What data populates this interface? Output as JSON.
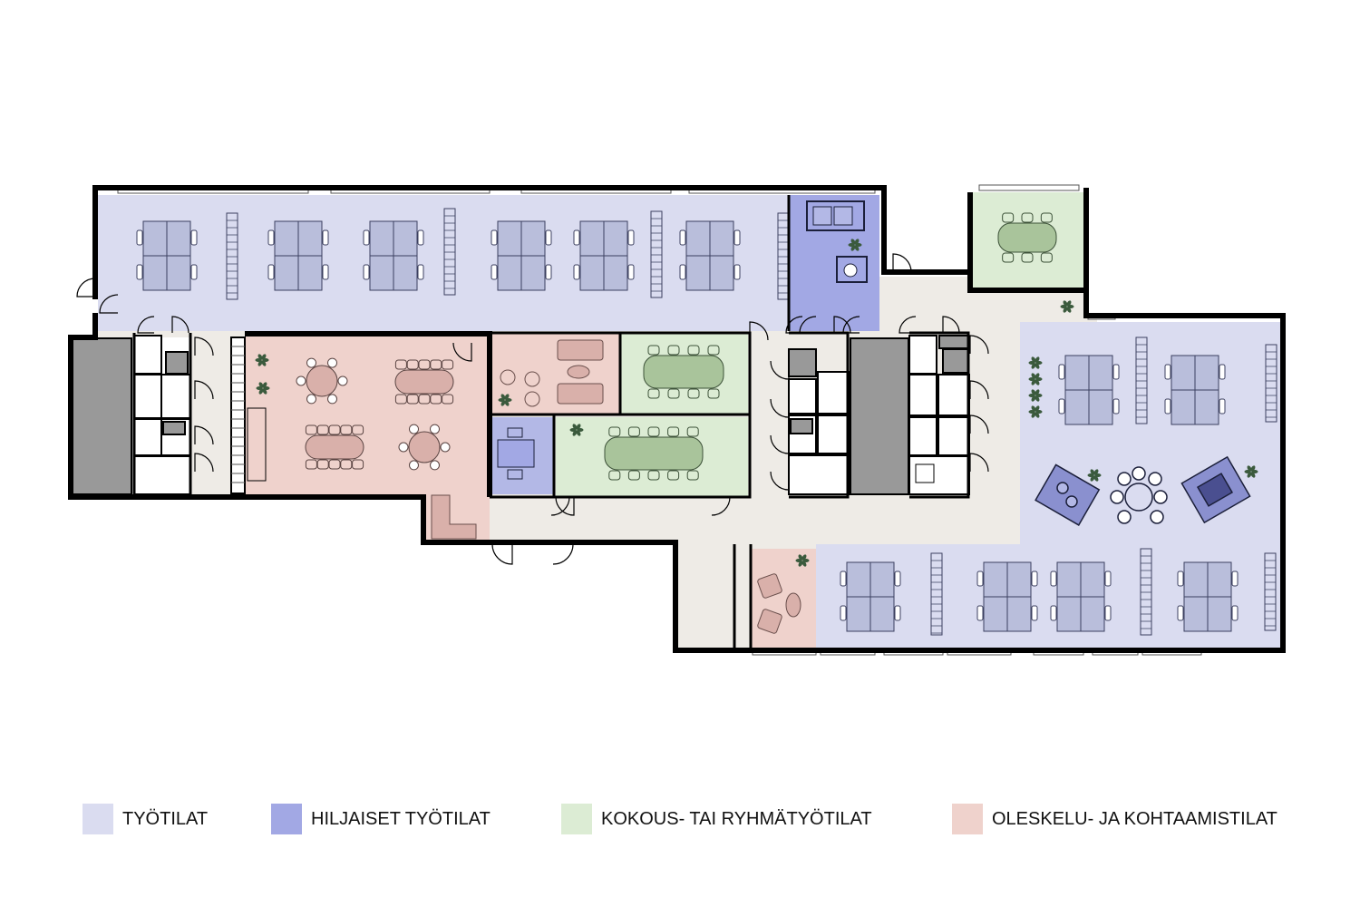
{
  "colors": {
    "work": "#dadcf0",
    "quiet": "#a2a8e4",
    "meeting": "#dcecd4",
    "lounge": "#efd2cc",
    "corridor": "#eeebe6",
    "wall": "#000000",
    "service": "#999999",
    "desk": "#b9bedb",
    "meetingTable": "#a9c49b",
    "loungeTable": "#d9b0aa"
  },
  "legend": [
    {
      "id": "work",
      "label": "TYÖTILAT",
      "color": "#dadcf0"
    },
    {
      "id": "quiet",
      "label": "HILJAISET TYÖTILAT",
      "color": "#a2a8e4"
    },
    {
      "id": "meeting",
      "label": "KOKOUS- TAI RYHMÄTYÖTILAT",
      "color": "#dcecd4"
    },
    {
      "id": "lounge",
      "label": "OLESKELU- JA KOHTAAMISTILAT",
      "color": "#efd2cc"
    }
  ]
}
